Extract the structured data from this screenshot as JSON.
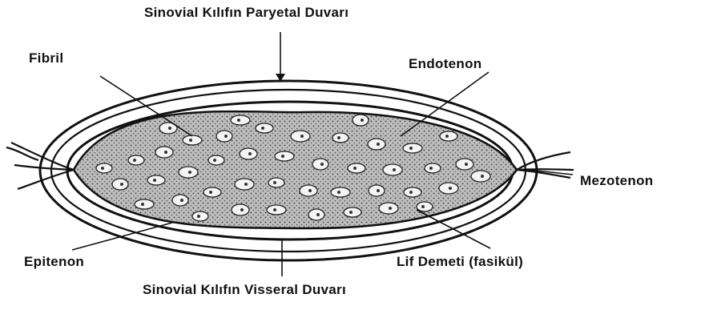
{
  "diagram": {
    "labels": {
      "top": "Sinovial Kılıfın Paryetal Duvarı",
      "fibril": "Fibril",
      "endotenon": "Endotenon",
      "mezotenon": "Mezotenon",
      "epitenon": "Epitenon",
      "lif_demeti": "Lif Demeti (fasikül)",
      "bottom": "Sinovial Kılıfın Visseral Duvarı"
    },
    "colors": {
      "ink": "#111111",
      "fill": "#b9b9b9",
      "background": "#ffffff"
    }
  }
}
